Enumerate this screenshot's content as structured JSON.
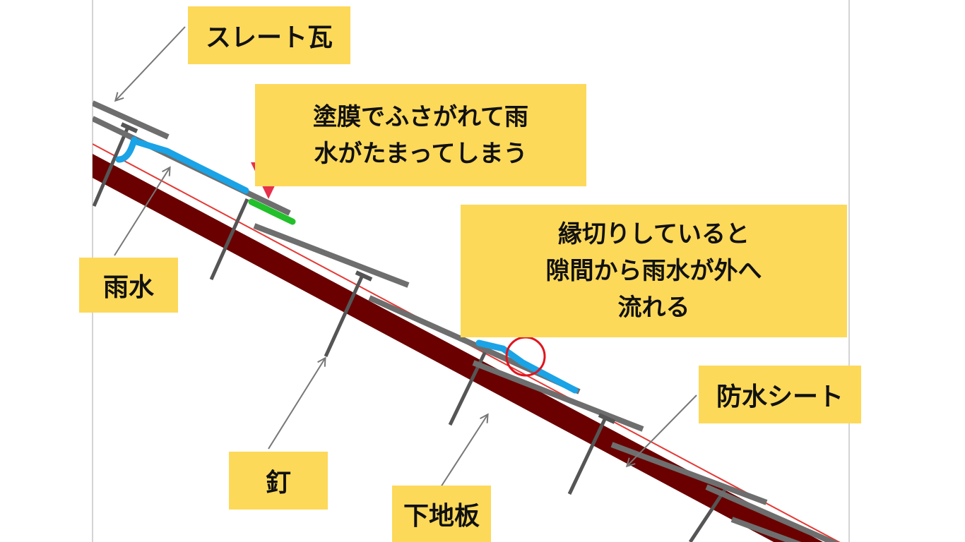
{
  "labels": {
    "slate": "スレート瓦",
    "rain": "雨水",
    "nail": "釘",
    "board": "下地板",
    "sheet": "防水シート",
    "note1": {
      "line1": "塗膜でふさがれて雨",
      "line2": "水がたまってしまう"
    },
    "note2": {
      "line1": "縁切りしていると",
      "line2": "隙間から雨水が外へ",
      "line3": "流れる"
    }
  },
  "colors": {
    "label_bg": "#fdd95a",
    "board": "#6a0000",
    "red_line": "#e53935",
    "slate": "#6e6e6e",
    "water": "#1aa3e6",
    "paint": "#22c02a",
    "alert_arrow": "#e8304a",
    "pointer": "#777777",
    "highlight_circle": "#e0141e"
  }
}
